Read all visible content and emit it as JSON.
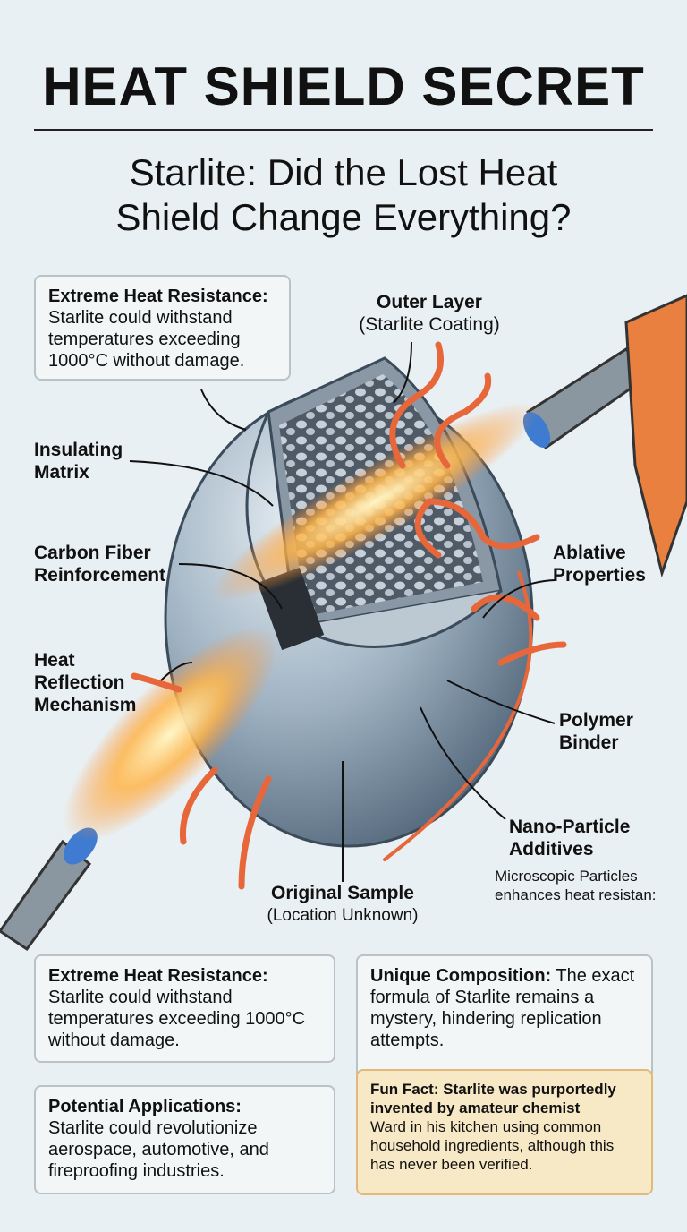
{
  "title": "HEAT SHIELD SECRET",
  "subtitle": [
    "Starlite: Did the Lost Heat",
    "Shield Change Everything?"
  ],
  "top_box": {
    "heading": "Extreme Heat Resistance:",
    "text": "Starlite could withstand temperatures exceeding 1000°C without damage."
  },
  "labels": {
    "outer_layer": "Outer Layer",
    "outer_layer_sub": "(Starlite Coating)",
    "insulating_matrix": [
      "Insulating",
      "Matrix"
    ],
    "carbon_fiber": [
      "Carbon Fiber",
      "Reinforcement"
    ],
    "ablative": [
      "Ablative",
      "Properties"
    ],
    "heat_reflection": [
      "Heat",
      "Reflection",
      "Mechanism"
    ],
    "polymer_binder": [
      "Polymer",
      "Binder"
    ],
    "nano_particle": [
      "Nano-Particle",
      "Additives"
    ],
    "nano_desc": [
      "Microscopic Particles",
      "enhances heat resistan:"
    ],
    "original_sample": "Original Sample",
    "original_sample_sub": "(Location Unknown)"
  },
  "bottom_boxes": [
    {
      "heading": "Extreme Heat Resistance:",
      "text": "Starlite could withstand temperatures exceeding 1000°C without damage."
    },
    {
      "heading": "Potential Applications:",
      "text": "Starlite could revolutionize aerospace, automotive, and fireproofing industries."
    },
    {
      "heading": "Unique Composition:",
      "text": "The exact formula of Starlite remains a mystery, hindering replication attempts."
    }
  ],
  "fun_fact": {
    "heading": "Fun Fact: Starlite was purportedly invented by amateur chemist",
    "text": "Ward in his kitchen using common household ingredients, although this has never been verified."
  },
  "colors": {
    "background": "#e9f0f3",
    "arrow": "#e8673a",
    "fun_fact_bg": "#f8e9c6",
    "sphere": "#8fa3b3"
  }
}
